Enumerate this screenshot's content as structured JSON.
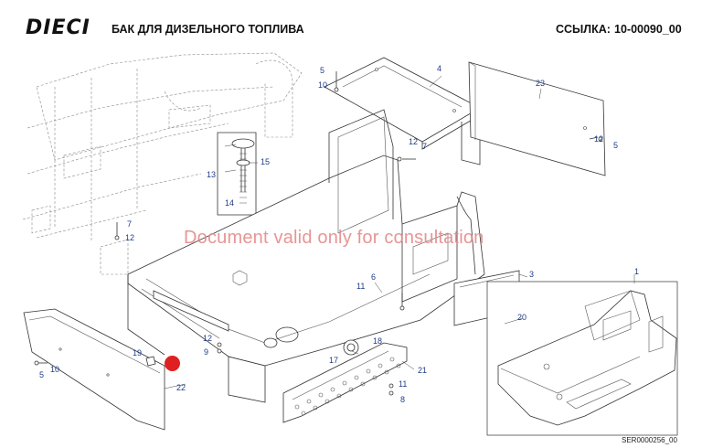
{
  "header": {
    "logo": "DIECI",
    "title": "БАК ДЛЯ ДИЗЕЛЬНОГО ТОПЛИВА",
    "ref_label": "ССЫЛКА:",
    "ref_code": "10-00090_00"
  },
  "watermark": "Document valid only for consultation",
  "footer_code": "SER0000256_00",
  "callouts": [
    {
      "id": "c1",
      "label": "1"
    },
    {
      "id": "c3",
      "label": "3"
    },
    {
      "id": "c4",
      "label": "4"
    },
    {
      "id": "c5a",
      "label": "5"
    },
    {
      "id": "c5b",
      "label": "5"
    },
    {
      "id": "c5c",
      "label": "5"
    },
    {
      "id": "c6",
      "label": "6"
    },
    {
      "id": "c7a",
      "label": "7"
    },
    {
      "id": "c7b",
      "label": "7"
    },
    {
      "id": "c8",
      "label": "8"
    },
    {
      "id": "c9",
      "label": "9"
    },
    {
      "id": "c10a",
      "label": "10"
    },
    {
      "id": "c10b",
      "label": "10"
    },
    {
      "id": "c11a",
      "label": "11"
    },
    {
      "id": "c11b",
      "label": "11"
    },
    {
      "id": "c12a",
      "label": "12"
    },
    {
      "id": "c12b",
      "label": "12"
    },
    {
      "id": "c12c",
      "label": "12"
    },
    {
      "id": "c12d",
      "label": "12"
    },
    {
      "id": "c13",
      "label": "13"
    },
    {
      "id": "c14",
      "label": "14"
    },
    {
      "id": "c15",
      "label": "15"
    },
    {
      "id": "c17",
      "label": "17"
    },
    {
      "id": "c18",
      "label": "18"
    },
    {
      "id": "c19",
      "label": "19"
    },
    {
      "id": "c20",
      "label": "20"
    },
    {
      "id": "c21",
      "label": "21"
    },
    {
      "id": "c22",
      "label": "22"
    },
    {
      "id": "c23",
      "label": "23"
    }
  ],
  "colors": {
    "callout": "#1f3c88",
    "watermark": "#e58a8a",
    "marker": "#e02020"
  }
}
